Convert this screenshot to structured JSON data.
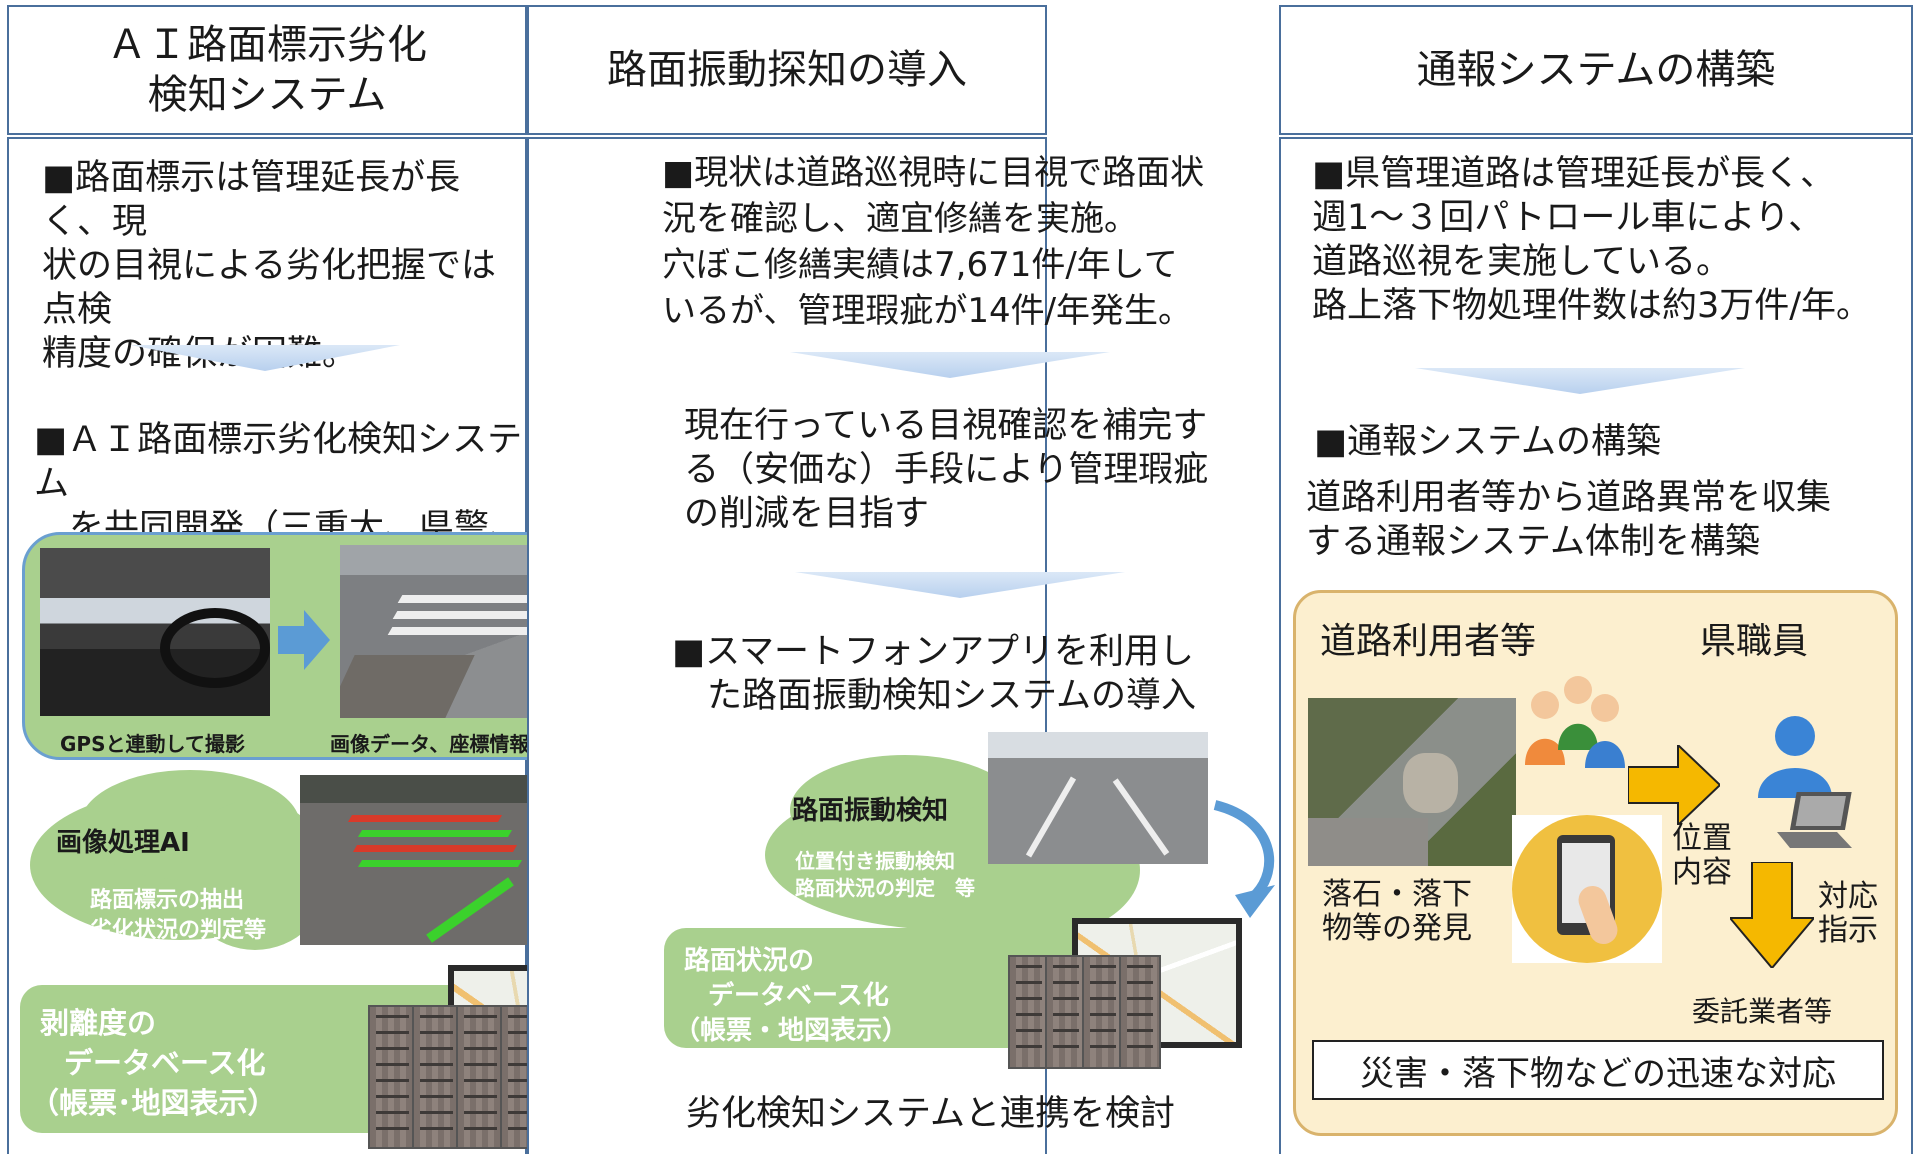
{
  "columns": [
    {
      "header_line1": "ＡＩ路面標示劣化",
      "header_line2": "検知システム",
      "intro_lines": [
        "■路面標示は管理延長が長く、現",
        "状の目視による劣化把握では点検",
        "精度の確保が困難。"
      ],
      "proposal_lines": [
        "■ＡＩ路面標示劣化検知システム",
        "　を共同開発（三重大、県警、県）"
      ],
      "photo1_caption": "GPSと連動して撮影",
      "photo2_caption": "画像データ、座標情報取得",
      "ai_title": "画像処理AI",
      "ai_line1": "路面標示の抽出",
      "ai_line2": "劣化状況の判定等",
      "db_line1": "剥離度の",
      "db_line2": "データベース化",
      "db_line3": "（帳票･地図表示）"
    },
    {
      "header": "路面振動探知の導入",
      "intro_lines": [
        "■現状は道路巡視時に目視で路面状",
        "況を確認し、適宜修繕を実施。",
        "穴ぼこ修繕実績は7,671件/年して",
        "いるが、管理瑕疵が14件/年発生。"
      ],
      "goal_lines": [
        "現在行っている目視確認を補完す",
        "る（安価な）手段により管理瑕疵",
        "の削減を目指す"
      ],
      "proposal_lines": [
        "■スマートフォンアプリを利用し",
        "　た路面振動検知システムの導入"
      ],
      "vib_title": "路面振動検知",
      "vib_line1": "位置付き振動検知",
      "vib_line2": "路面状況の判定　等",
      "db_line1": "路面状況の",
      "db_line2": "データベース化",
      "db_line3": "（帳票・地図表示）",
      "footer": "劣化検知システムと連携を検討"
    },
    {
      "header": "通報システムの構築",
      "intro_lines": [
        "■県管理道路は管理延長が長く、",
        "週1～３回パトロール車により、",
        "道路巡視を実施している。",
        "路上落下物処理件数は約3万件/年。"
      ],
      "proposal_title": "■通報システムの構築",
      "proposal_lines": [
        "道路利用者等から道路異常を収集",
        "する通報システム体制を構築"
      ],
      "users_label": "道路利用者等",
      "staff_label": "県職員",
      "discovery_line1": "落石・落下",
      "discovery_line2": "物等の発見",
      "position_line1": "位置",
      "position_line2": "内容",
      "instruct_line1": "対応",
      "instruct_line2": "指示",
      "contractor": "委託業者等",
      "result": "災害・落下物などの迅速な対応"
    }
  ],
  "colors": {
    "border": "#4a6f9c",
    "green": "#a9d08e",
    "arrow_blue": "#5b9bd5",
    "yellow_panel": "#fcefcf",
    "arrow_yellow": "#f5b800"
  }
}
